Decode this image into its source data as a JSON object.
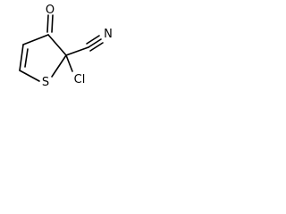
{
  "molecule": {
    "atoms": {
      "oxygen": "O",
      "nitrogen": "N",
      "chlorine": "Cl",
      "sulfur": "S"
    }
  },
  "colors": {
    "bond": "#000000",
    "label": "#000000",
    "background": "#ffffff"
  }
}
